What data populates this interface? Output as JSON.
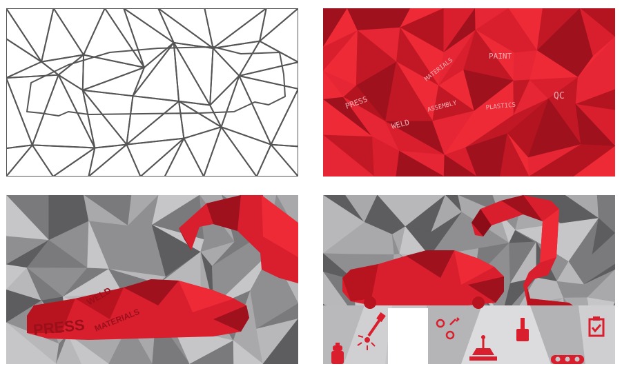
{
  "panels": {
    "outline": {
      "stroke": "#555555",
      "background": "#ffffff"
    },
    "red_car": {
      "labels": {
        "press": "PRESS",
        "weld": "WELD",
        "materials": "MATERIALS",
        "assembly": "ASSEMBLY",
        "paint": "PAINT",
        "plastics": "PLASTICS",
        "qc": "QC"
      }
    },
    "gray_car": {
      "labels": {
        "press": "PRESS",
        "materials": "MATERIALS",
        "weld": "WELD"
      }
    },
    "factory": {
      "icons": [
        "weld-torch-icon",
        "gears-icon",
        "paint-brush-icon",
        "checklist-clipboard-icon",
        "fire-extinguisher-icon",
        "robot-arm-icon",
        "conveyor-icon"
      ]
    }
  },
  "colors": {
    "red": "#d91f2e",
    "red_dark": "#a0111e",
    "red_light": "#ee2a37",
    "gray_light": "#c6c6c8",
    "gray_mid": "#8f8f92",
    "gray_dark": "#5d5d60"
  }
}
